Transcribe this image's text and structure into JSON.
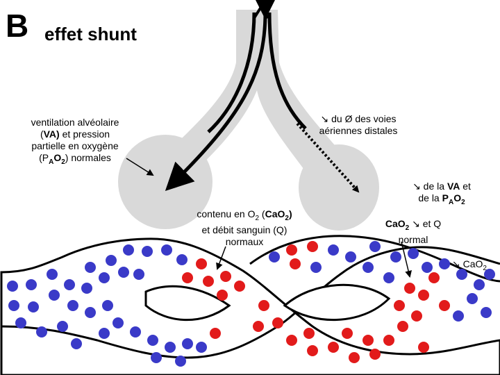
{
  "panel_letter": "B",
  "title": "effet shunt",
  "labels": {
    "ventilation": {
      "l1": "ventilation alvéolaire",
      "l2a": "(",
      "l2b": "VA)",
      "l2c": " et pression",
      "l3": "partielle en oxygène",
      "l4a": "(P",
      "l4b": "A",
      "l4c": "O",
      "l4d": "2",
      "l4e": ")",
      "l4f": " normales"
    },
    "airways": {
      "l1": "↘ du Ø des voies",
      "l2": "aériennes distales"
    },
    "va_pao2": {
      "l1a": "↘ de la ",
      "l1b": "VA",
      "l1c": " et",
      "l2a": "de la ",
      "l2b": "P",
      "l2c": "A",
      "l2d": "O",
      "l2e": "2"
    },
    "contenu": {
      "l1a": "contenu en O",
      "l1b": "2",
      "l1c": " (",
      "l1d": "CaO",
      "l1e": "2",
      "l1f": ")",
      "l2": "et débit sanguin (Q)",
      "l3": "normaux"
    },
    "cao2_q": {
      "l1a": "CaO",
      "l1b": "2",
      "l1c": " ↘ et Q",
      "l2": "normal"
    },
    "cao2_out": {
      "a": "↘ ",
      "b": "CaO",
      "c": "2"
    }
  },
  "colors": {
    "airway": "#d9d9d9",
    "venous": "#3a3ac8",
    "arterial": "#e21b1b",
    "vessel_fill": "#ffffff",
    "stroke": "#000000"
  }
}
